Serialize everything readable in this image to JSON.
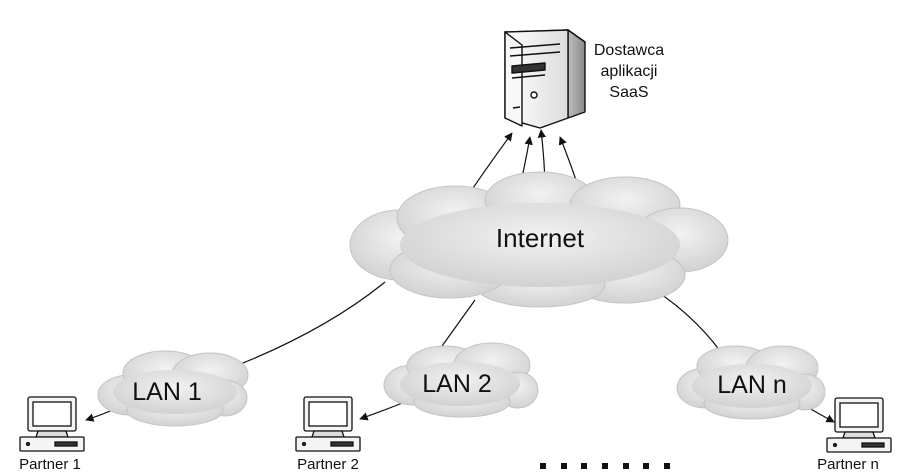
{
  "server": {
    "label_lines": [
      "Dostawca",
      "aplikacji",
      "SaaS"
    ]
  },
  "internet": {
    "label": "Internet"
  },
  "lans": [
    {
      "label": "LAN 1",
      "partner": "Partner 1"
    },
    {
      "label": "LAN 2",
      "partner": "Partner 2"
    },
    {
      "label": "LAN n",
      "partner": "Partner n"
    }
  ],
  "ellipsis": "......."
}
